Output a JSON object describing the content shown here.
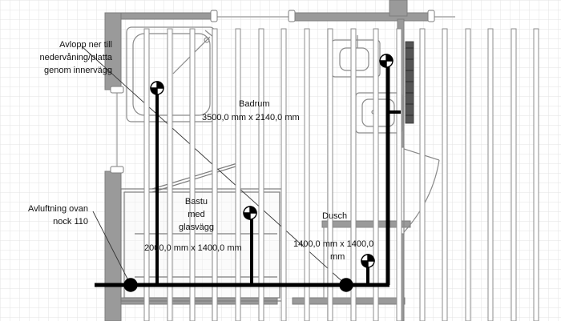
{
  "annotations": {
    "drain": {
      "lines": [
        "Avlopp ner till",
        "nedervåning/platta",
        "genom innervägg"
      ]
    },
    "vent": {
      "lines": [
        "Avluftning ovan",
        "nock 110"
      ]
    }
  },
  "rooms": {
    "bathroom": {
      "name": "Badrum",
      "size": "3500,0 mm x 2140,0 mm"
    },
    "sauna": {
      "name_lines": [
        "Bastu",
        "med",
        "glasvägg"
      ],
      "size": "2000,0 mm x 1400,0 mm"
    },
    "shower": {
      "name": "Dusch",
      "size_line1": "1400,0 mm x 1400,0",
      "size_line2": "mm"
    }
  },
  "colors": {
    "grid": "#e3e3e3",
    "wall": "#9a9a9a",
    "stud_fill": "#ffffff",
    "stud_stroke": "#8c8c8c",
    "pipe": "#000000",
    "fixture": "#8a8a8a"
  }
}
